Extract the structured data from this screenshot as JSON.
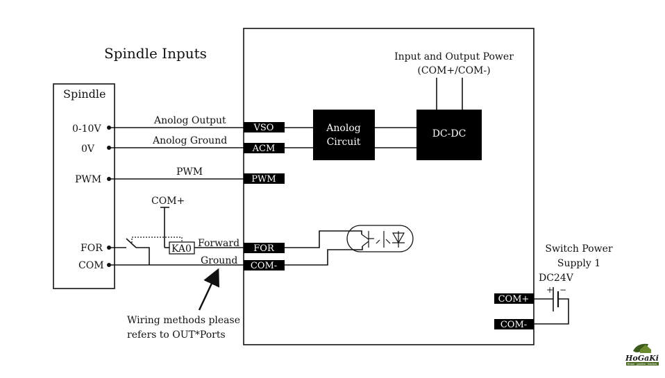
{
  "title": "Spindle Inputs",
  "spindle": {
    "label": "Spindle",
    "pins": [
      "0-10V",
      "0V",
      "PWM",
      "FOR",
      "COM"
    ]
  },
  "wires": {
    "analog_output": "Anolog Output",
    "analog_ground": "Anolog Ground",
    "pwm": "PWM",
    "forward": "Forward",
    "ground": "Ground",
    "com_plus_relay": "COM+",
    "relay": "KA0"
  },
  "terminals": {
    "vso": "VSO",
    "acm": "ACM",
    "pwm": "PWM",
    "for": "FOR",
    "com_minus": "COM-",
    "com_plus_right": "COM+",
    "com_minus_right": "COM-"
  },
  "blocks": {
    "analog_circuit": [
      "Anolog",
      "Circuit"
    ],
    "dcdc": "DC-DC"
  },
  "power_note": [
    "Input and Output Power",
    "(COM+/COM-)"
  ],
  "supply": {
    "label": [
      "Switch Power",
      "Supply 1"
    ],
    "voltage": "DC24V",
    "plus": "+",
    "minus": "−"
  },
  "annotation": [
    "Wiring methods please",
    "refers to OUT*Ports"
  ],
  "logo": {
    "name": "HoGaKi",
    "tagline": "Home - garden - kitchen",
    "accent": "#5a7a2a"
  }
}
